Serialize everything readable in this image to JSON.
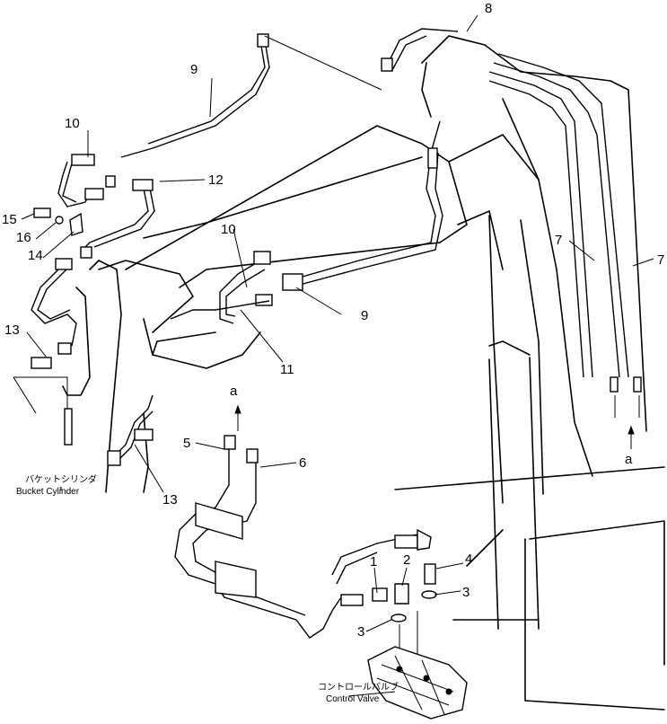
{
  "callouts": {
    "n1": "1",
    "n2": "2",
    "n3a": "3",
    "n3b": "3",
    "n4": "4",
    "n5": "5",
    "n6": "6",
    "n7a": "7",
    "n7b": "7",
    "n8": "8",
    "n9a": "9",
    "n9b": "9",
    "n10a": "10",
    "n10b": "10",
    "n11": "11",
    "n12": "12",
    "n13a": "13",
    "n13b": "13",
    "n14": "14",
    "n15": "15",
    "n16": "16"
  },
  "markers": {
    "a_top": "a",
    "a_right": "a"
  },
  "captions": {
    "bucket_jp": "バケットシリンダ",
    "bucket_en": "Bucket Cylinder",
    "valve_jp": "コントロールバルブ",
    "valve_en": "Control Valve"
  }
}
